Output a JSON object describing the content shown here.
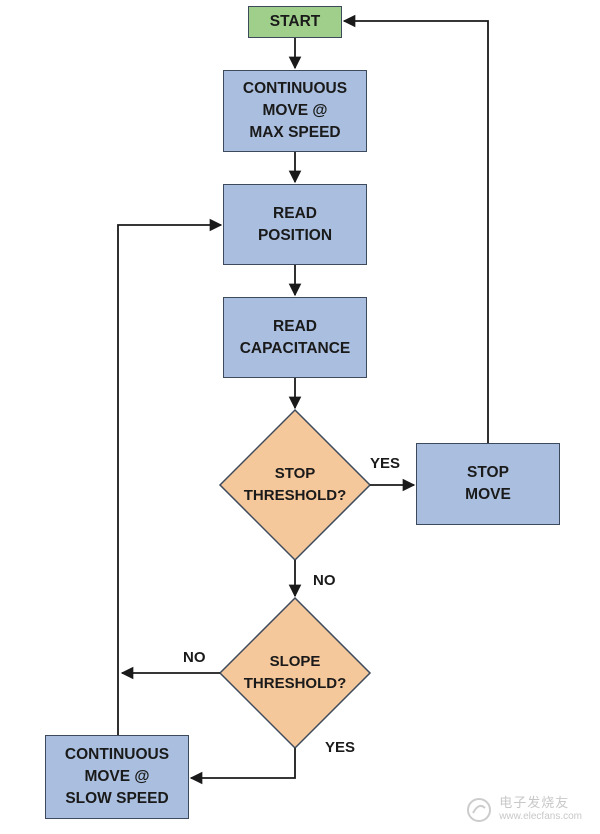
{
  "nodes": {
    "start": "START",
    "continuous_max": "CONTINUOUS\nMOVE @\nMAX SPEED",
    "read_position": "READ\nPOSITION",
    "read_capacitance": "READ\nCAPACITANCE",
    "stop_threshold": "STOP\nTHRESHOLD?",
    "stop_move": "STOP\nMOVE",
    "slope_threshold": "SLOPE\nTHRESHOLD?",
    "continuous_slow": "CONTINUOUS\nMOVE @\nSLOW SPEED"
  },
  "edges": {
    "stop_yes": "YES",
    "stop_no": "NO",
    "slope_no": "NO",
    "slope_yes": "YES"
  },
  "colors": {
    "process": "#aabfdf",
    "start": "#9fcf8a",
    "decision": "#f5c89b",
    "line": "#1a1a1a"
  },
  "watermark": {
    "text": "电子发烧友",
    "url": "www.elecfans.com"
  }
}
